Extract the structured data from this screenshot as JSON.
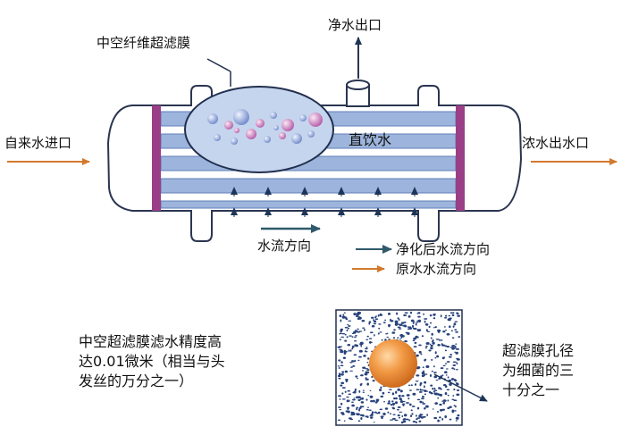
{
  "labels": {
    "membrane": "中空纤维超滤膜",
    "pure_outlet": "净水出口",
    "raw_inlet": "自来水进口",
    "direct_water": "直饮水",
    "concentrate_outlet": "浓水出水口",
    "flow_direction": "水流方向",
    "legend_purified": "净化后水流方向",
    "legend_raw": "原水水流方向",
    "precision_note": [
      "中空超滤膜滤水精度高",
      "达0.01微米（相当与头",
      "发丝的万分之一）"
    ],
    "pore_note": [
      "超滤膜孔径",
      "为细菌的三",
      "十分之一"
    ]
  },
  "colors": {
    "raw_arrow": "#d2792c",
    "purified_arrow": "#2f5a6b",
    "tube": "#9db5dc",
    "end_plate": "#9a3f87",
    "bacterium": "#e88a3a",
    "pore_dot": "#27427c"
  }
}
